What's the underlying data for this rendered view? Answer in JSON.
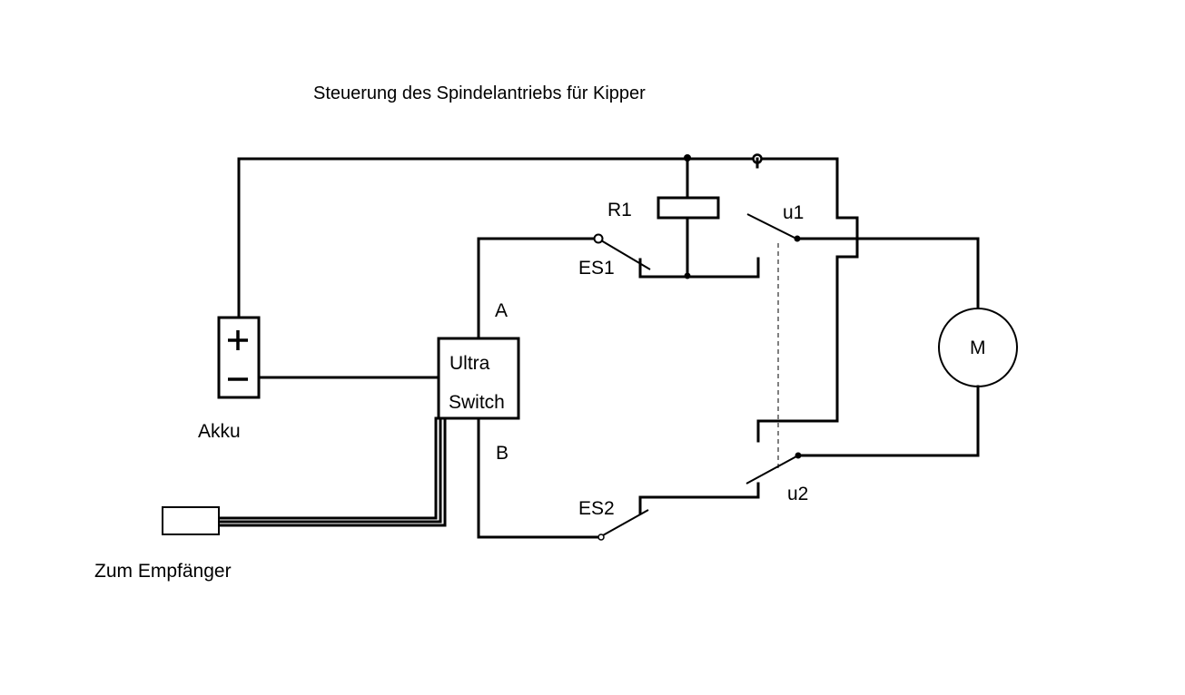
{
  "title": "Steuerung des Spindelantriebs für Kipper",
  "battery": {
    "label": "Akku",
    "plus": "+",
    "minus": "−"
  },
  "module": {
    "line1": "Ultra",
    "line2": "Switch",
    "out_a": "A",
    "out_b": "B"
  },
  "receiver": {
    "label": "Zum Empfänger"
  },
  "relay": {
    "label": "R1"
  },
  "contacts": {
    "u1": "u1",
    "u2": "u2"
  },
  "limit_switches": {
    "es1": "ES1",
    "es2": "ES2"
  },
  "motor": {
    "label": "M"
  }
}
